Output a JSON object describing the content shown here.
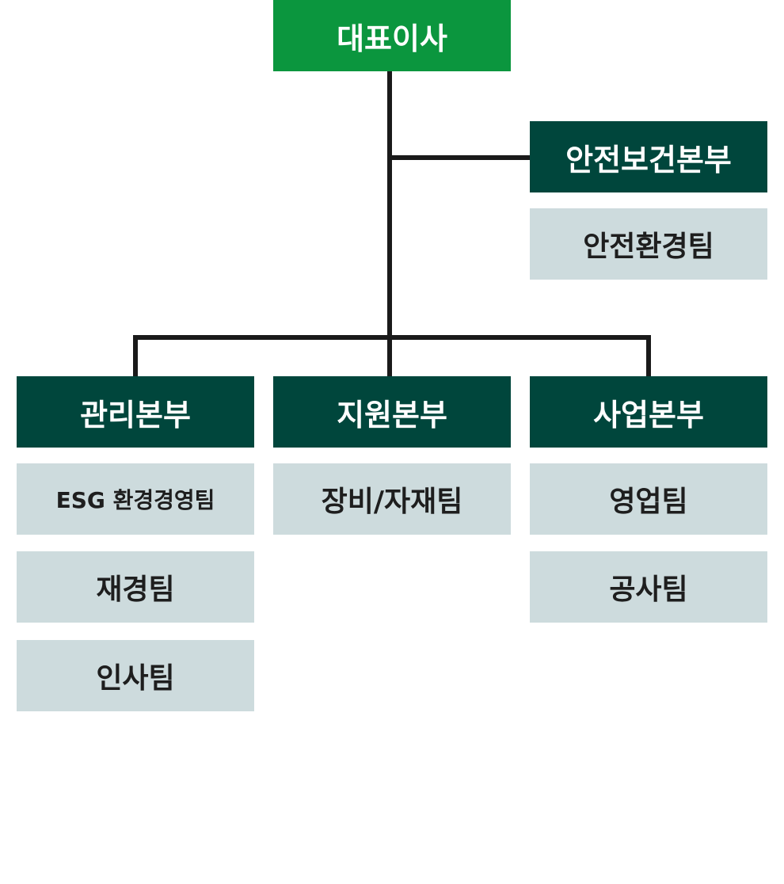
{
  "colors": {
    "ceo": "#0b963e",
    "division": "#00463c",
    "team": "#cddbdd",
    "connector": "#1a1a1a"
  },
  "ceo": {
    "label": "대표이사"
  },
  "safety": {
    "division": "안전보건본부",
    "teams": [
      "안전환경팀"
    ]
  },
  "management": {
    "division": "관리본부",
    "teams": [
      "ESG 환경경영팀",
      "재경팀",
      "인사팀"
    ]
  },
  "support": {
    "division": "지원본부",
    "teams": [
      "장비/자재팀"
    ]
  },
  "business": {
    "division": "사업본부",
    "teams": [
      "영업팀",
      "공사팀"
    ]
  }
}
